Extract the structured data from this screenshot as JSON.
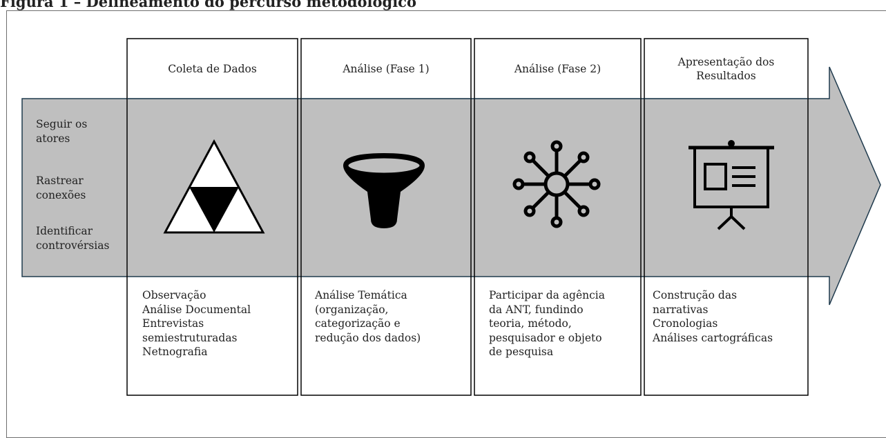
{
  "figure": {
    "title": "Figura 1 – Delineamento do percurso metodológico"
  },
  "left_labels": {
    "items": [
      [
        "Seguir os",
        "atores"
      ],
      [
        "Rastrear",
        "conexões"
      ],
      [
        "Identificar",
        "controvérsias"
      ]
    ]
  },
  "columns": [
    {
      "header": "Coleta de Dados",
      "icon": "triforce-icon",
      "items": [
        "Observação",
        "Análise Documental",
        "Entrevistas",
        "semiestruturadas",
        "Netnografia"
      ]
    },
    {
      "header": "Análise (Fase 1)",
      "icon": "funnel-icon",
      "items": [
        "Análise Temática",
        "(organização,",
        "categorização e",
        "redução dos dados)"
      ]
    },
    {
      "header": "Análise (Fase 2)",
      "icon": "network-hub-icon",
      "items": [
        "Participar da agência",
        "da ANT, fundindo",
        "teoria, método,",
        "pesquisador e objeto",
        "de pesquisa"
      ]
    },
    {
      "header_lines": [
        "Apresentação dos",
        "Resultados"
      ],
      "icon": "presentation-board-icon",
      "items": [
        "Construção das",
        "narrativas",
        "Cronologias",
        "Análises cartográficas"
      ]
    }
  ],
  "colors": {
    "band": "#bfbfbf",
    "stroke": "#1f3a4d",
    "box_border": "#000000"
  }
}
